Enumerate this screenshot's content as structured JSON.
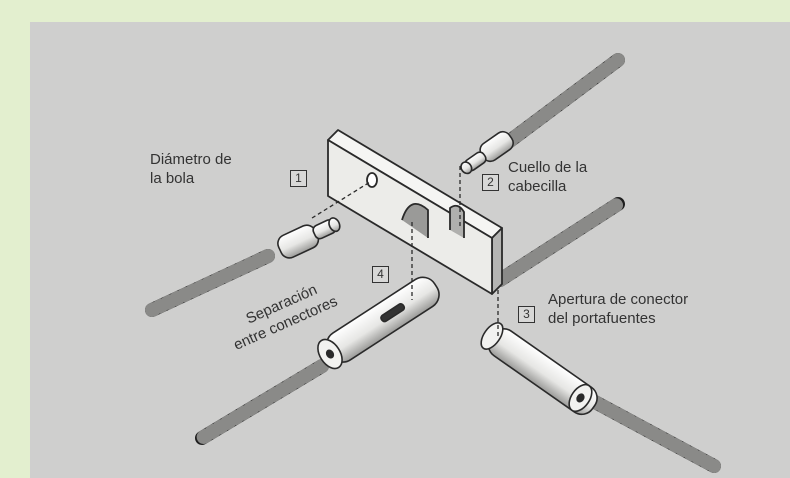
{
  "labels": {
    "ball_diameter": {
      "number": "1",
      "line1": "Diámetro de",
      "line2": "la bola"
    },
    "spoke_neck": {
      "number": "2",
      "line1": "Cuello de la",
      "line2": "cabecilla"
    },
    "holder_opening": {
      "number": "3",
      "line1": "Apertura de conector",
      "line2": "del portafuentes"
    },
    "connector_spacing": {
      "number": "4",
      "line1": "Separación",
      "line2": "entre conectores"
    }
  },
  "colors": {
    "outer_background": "#e3efcf",
    "panel": "#cfcfce",
    "stroke": "#2a2a2a",
    "part_fill": "#f2f2f0",
    "coil_fill": "#3a3a3a"
  }
}
